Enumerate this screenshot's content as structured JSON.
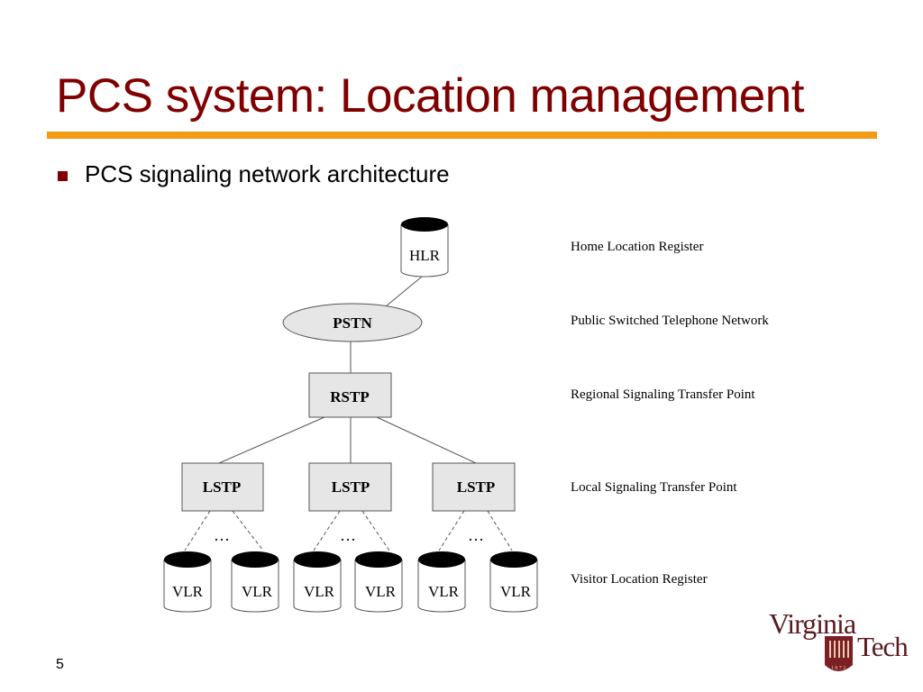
{
  "slide": {
    "title": "PCS system: Location management",
    "bullet": "PCS signaling network architecture",
    "page_number": "5"
  },
  "colors": {
    "title": "#800000",
    "rule": "#f39b16",
    "logo": "#5a1a1f"
  },
  "diagram": {
    "hlr": "HLR",
    "pstn": "PSTN",
    "rstp": "RSTP",
    "lstp": [
      "LSTP",
      "LSTP",
      "LSTP"
    ],
    "vlr": [
      "VLR",
      "VLR",
      "VLR",
      "VLR",
      "VLR",
      "VLR"
    ],
    "ellipsis": "…"
  },
  "legend": [
    "Home Location Register",
    "Public Switched Telephone Network",
    "Regional Signaling Transfer Point",
    "Local Signaling Transfer Point",
    "Visitor Location Register"
  ],
  "logo": {
    "line1": "Virginia",
    "line2": "Tech",
    "year": "1 8 7 2"
  }
}
